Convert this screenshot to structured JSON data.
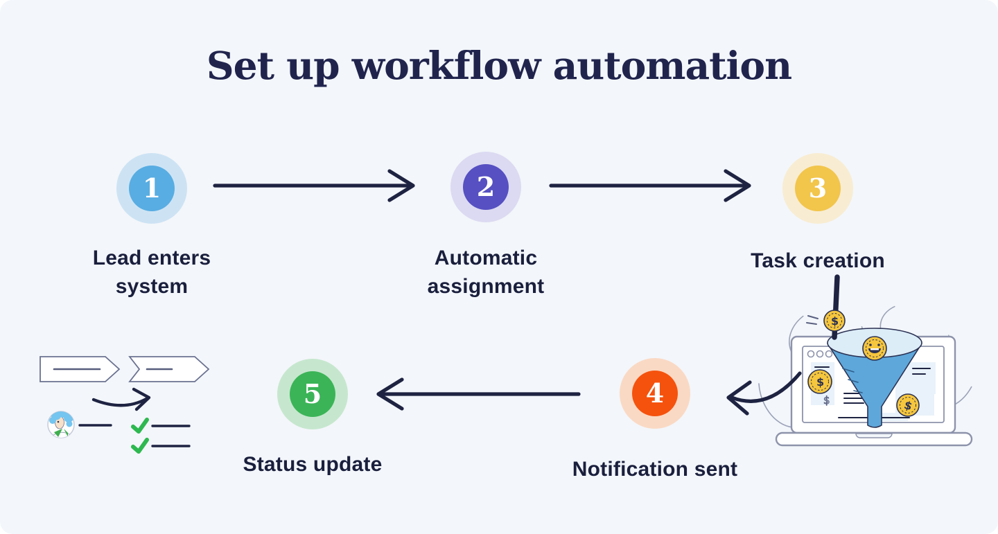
{
  "title": {
    "text": "Set up workflow automation"
  },
  "colors": {
    "card_bg": "#f3f6fa",
    "title": "#20244d",
    "label": "#1a1f3d",
    "navy": "#1e2342",
    "swirl_gray": "#9aa2b8",
    "outline_gray": "#8d93ab",
    "block_blue": "#e9f2fa",
    "funnel_blue": "#5ea7da",
    "funnel_light": "#dcedf8",
    "coin_gold": "#f6c63d",
    "coin_outline": "#2b3152",
    "check_green": "#2eb850",
    "hair_blue": "#74c5ef",
    "skin": "#f7e0c8",
    "shirt_green": "#3fae4e"
  },
  "steps": [
    {
      "number": "1",
      "label": "Lead enters system",
      "circle_color": "#58ade2",
      "halo_color": "#cde3f4"
    },
    {
      "number": "2",
      "label": "Automatic assignment",
      "circle_color": "#5650c2",
      "halo_color": "#dcdaf2"
    },
    {
      "number": "3",
      "label": "Task creation",
      "circle_color": "#f2c54b",
      "halo_color": "#f8ecd2"
    },
    {
      "number": "4",
      "label": "Notification sent",
      "circle_color": "#f5520d",
      "halo_color": "#fad9c4"
    },
    {
      "number": "5",
      "label": "Status update",
      "circle_color": "#3bb457",
      "halo_color": "#c6e7ce"
    }
  ],
  "illustrations": {
    "funnel": {
      "coin_symbol": "$",
      "ghost_symbol": "$"
    }
  }
}
